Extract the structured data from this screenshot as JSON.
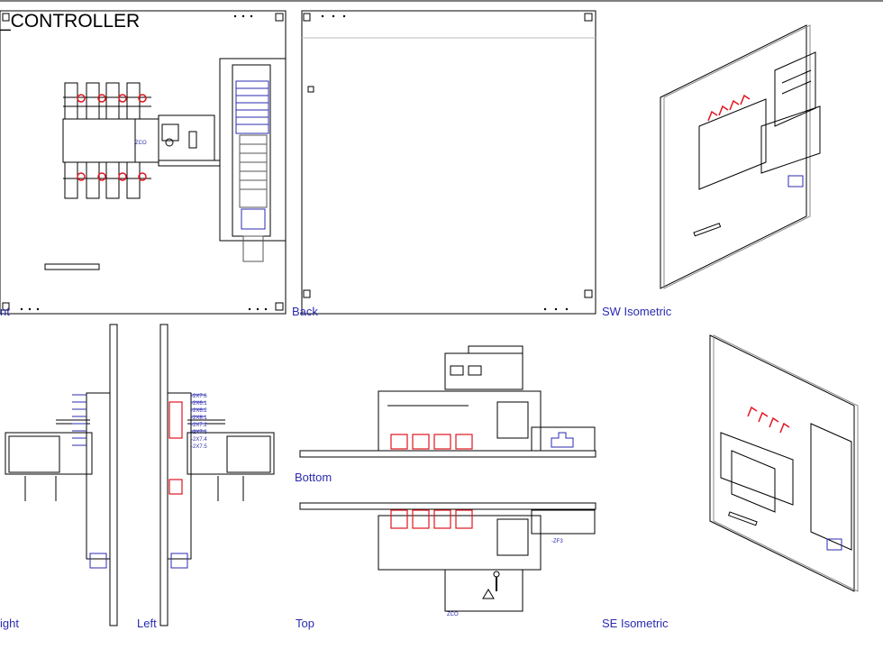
{
  "drawing": {
    "title": "_CONTROLLER"
  },
  "views": {
    "front": "nt",
    "back": "Back",
    "sw_iso": "SW Isometric",
    "right": "ight",
    "left": "Left",
    "bottom": "Bottom",
    "top": "Top",
    "se_iso": "SE Isometric"
  },
  "annotations": {
    "tag_a": "ZCO",
    "tag_b": "-ZF3",
    "terminal_labels": [
      "-2X7.6",
      "-2X6.1",
      "-2X6.2",
      "-2X8.1",
      "-2X7.2",
      "-2X7.3",
      "-2X7.4",
      "-2X7.5"
    ]
  },
  "colors": {
    "line": "#000000",
    "accent": "#2b2bb0",
    "highlight": "#e0141e"
  }
}
